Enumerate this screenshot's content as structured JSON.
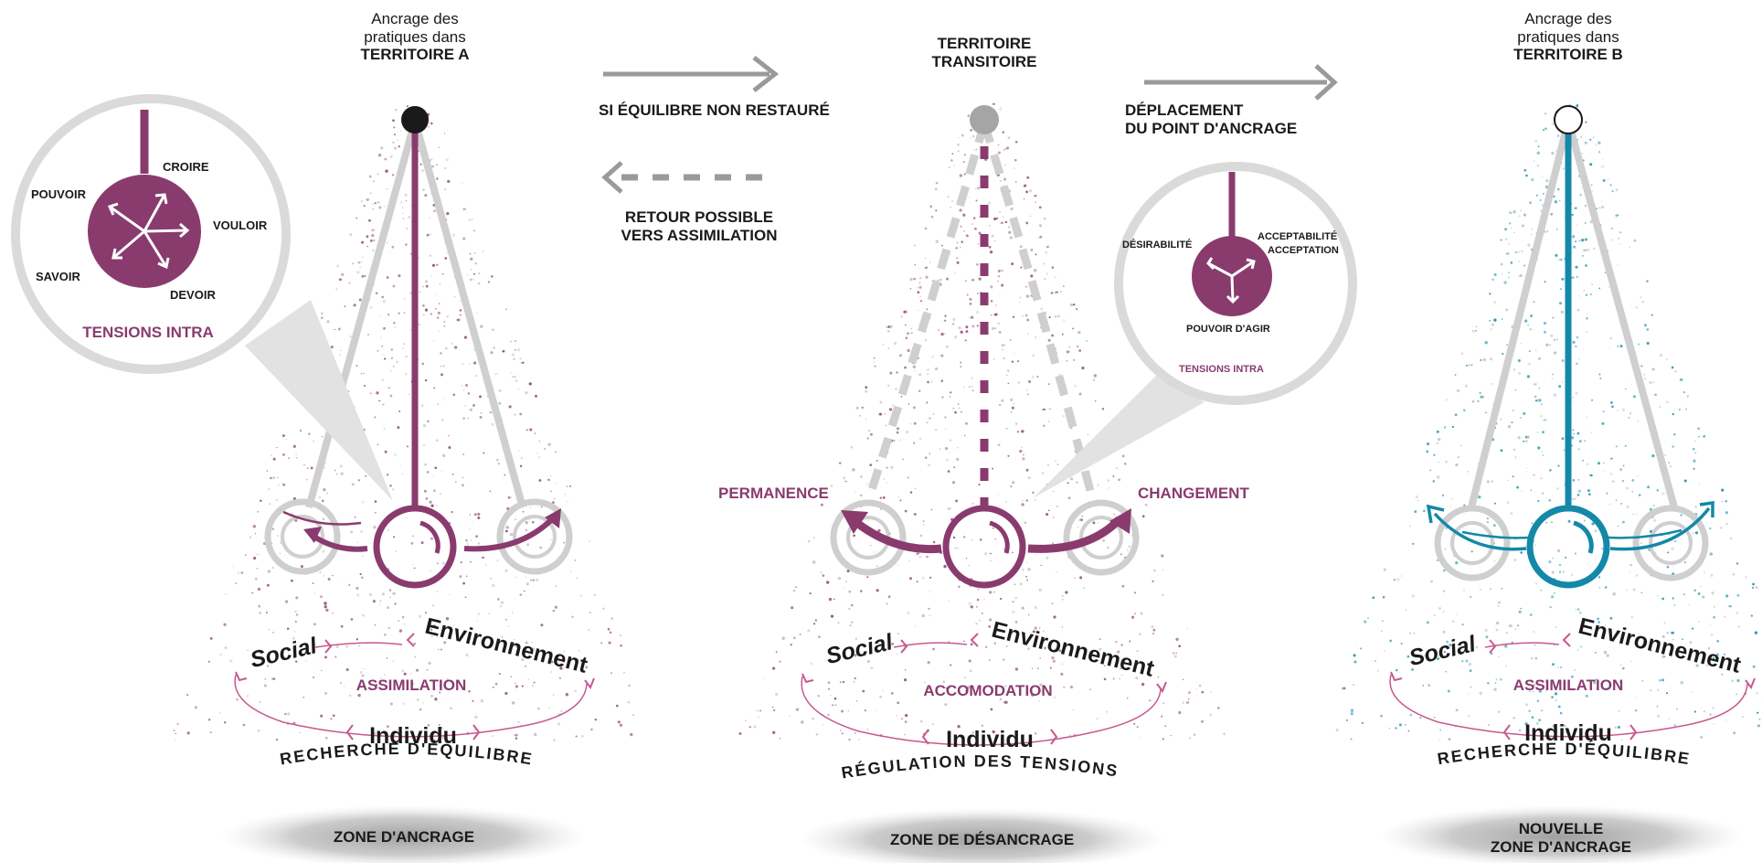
{
  "colors": {
    "purple": "#8a3b6e",
    "teal": "#1488a8",
    "gray": "#9a9a9a",
    "light_gray": "#cfcfcf",
    "dark": "#1a1a1a"
  },
  "columns": {
    "a": {
      "top_line1": "Ancrage des",
      "top_line2": "pratiques dans",
      "top_line3": "TERRITOIRE A",
      "zoom": {
        "croire": "CROIRE",
        "pouvoir": "POUVOIR",
        "vouloir": "VOULOIR",
        "savoir": "SAVOIR",
        "devoir": "DEVOIR",
        "tensions": "TENSIONS INTRA"
      },
      "ring": {
        "social": "Social",
        "environnement": "Environnement",
        "center": "ASSIMILATION",
        "individu": "Individu"
      },
      "bottom_arc": "RECHERCHE D'ÉQUILIBRE",
      "zone_line1": "ZONE D'ANCRAGE",
      "zone_line2": ""
    },
    "middle": {
      "top_line1": "TERRITOIRE",
      "top_line2": "TRANSITOIRE",
      "permanence": "PERMANENCE",
      "changement": "CHANGEMENT",
      "zoom": {
        "desirabilite": "DÉSIRABILITÉ",
        "acceptabilite": "ACCEPTABILITÉ",
        "acceptation": "ACCEPTATION",
        "pouvoir_agir": "POUVOIR D'AGIR",
        "tensions": "TENSIONS INTRA"
      },
      "ring": {
        "social": "Social",
        "environnement": "Environnement",
        "center": "ACCOMODATION",
        "individu": "Individu"
      },
      "bottom_arc": "RÉGULATION DES TENSIONS",
      "zone_line1": "ZONE DE DÉSANCRAGE"
    },
    "b": {
      "top_line1": "Ancrage des",
      "top_line2": "pratiques dans",
      "top_line3": "TERRITOIRE B",
      "ring": {
        "social": "Social",
        "environnement": "Environnement",
        "center": "ASSIMILATION",
        "individu": "Individu"
      },
      "bottom_arc": "RECHERCHE D'ÉQUILIBRE",
      "zone_line1": "NOUVELLE",
      "zone_line2": "ZONE D'ANCRAGE"
    }
  },
  "arrows": {
    "forward_label": "SI ÉQUILIBRE NON RESTAURÉ",
    "back_line1": "RETOUR POSSIBLE",
    "back_line2": "VERS ASSIMILATION",
    "shift_line1": "DÉPLACEMENT",
    "shift_line2": "DU POINT D'ANCRAGE"
  }
}
